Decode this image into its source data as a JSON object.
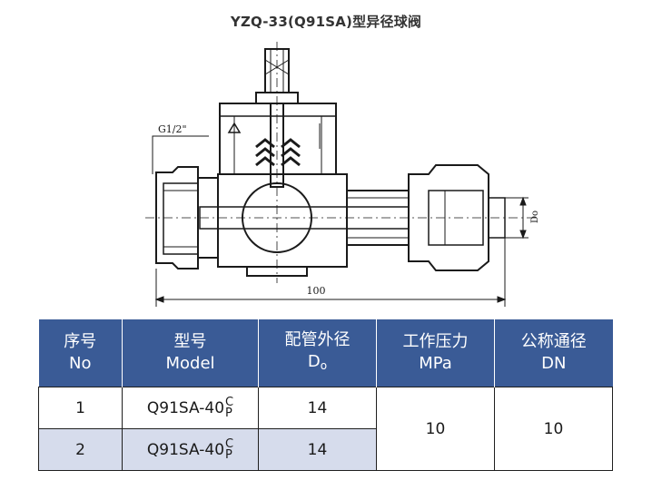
{
  "title": "YZQ-33(Q91SA)型异径球阀",
  "drawing": {
    "thread_label": "G1/2\"",
    "length_label": "100",
    "diameter_label": "Do"
  },
  "table": {
    "headers": [
      {
        "cn": "序号",
        "en": "No"
      },
      {
        "cn": "型号",
        "en": "Model"
      },
      {
        "cn": "配管外径",
        "en": "D",
        "en_sub": "o"
      },
      {
        "cn": "工作压力",
        "en": "MPa"
      },
      {
        "cn": "公称通径",
        "en": "DN"
      }
    ],
    "rows": [
      {
        "no": "1",
        "model": "Q91SA-40",
        "model_sup": "C",
        "model_sub": "P",
        "od": "14"
      },
      {
        "no": "2",
        "model": "Q91SA-40",
        "model_sup": "C",
        "model_sub": "P",
        "od": "14"
      }
    ],
    "pressure": "10",
    "dn": "10"
  },
  "colors": {
    "header_bg": "#3a5b96",
    "header_text": "#ffffff",
    "row_shade": "#d6dcec"
  }
}
